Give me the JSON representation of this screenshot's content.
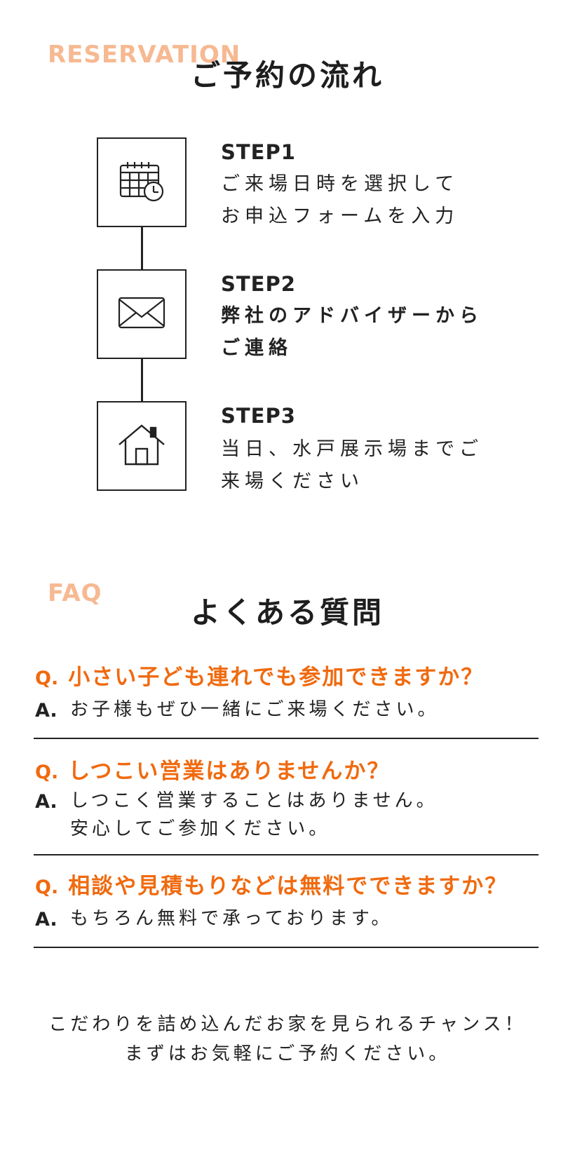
{
  "colors": {
    "accent": "#f06a0f",
    "section_en": "#f6b992",
    "text": "#222222",
    "line": "#222222"
  },
  "reservation": {
    "en_label": "RESERVATION",
    "title": "ご予約の流れ",
    "steps": [
      {
        "label": "STEP1",
        "icon": "calendar-clock-icon",
        "lines": [
          "ご来場日時を選択して",
          "お申込フォームを入力"
        ]
      },
      {
        "label": "STEP2",
        "icon": "envelope-icon",
        "lines": [
          "弊社のアドバイザーから",
          "ご連絡"
        ]
      },
      {
        "label": "STEP3",
        "icon": "house-icon",
        "lines": [
          "当日、水戸展示場までご",
          "来場ください"
        ]
      }
    ]
  },
  "faq": {
    "en_label": "FAQ",
    "title": "よくある質問",
    "q_mark": "Q.",
    "a_mark": "A.",
    "items": [
      {
        "question": "小さい子ども連れでも参加できますか？",
        "answer": [
          "お子様もぜひ一緒にご来場ください。"
        ]
      },
      {
        "question": "しつこい営業はありませんか？",
        "answer": [
          "しつこく営業することはありません。",
          "安心してご参加ください。"
        ]
      },
      {
        "question": "相談や見積もりなどは無料でできますか？",
        "answer": [
          "もちろん無料で承っております。"
        ]
      }
    ]
  },
  "closing": {
    "lines": [
      "こだわりを詰め込んだお家を見られるチャンス！",
      "まずはお気軽にご予約ください。"
    ]
  }
}
